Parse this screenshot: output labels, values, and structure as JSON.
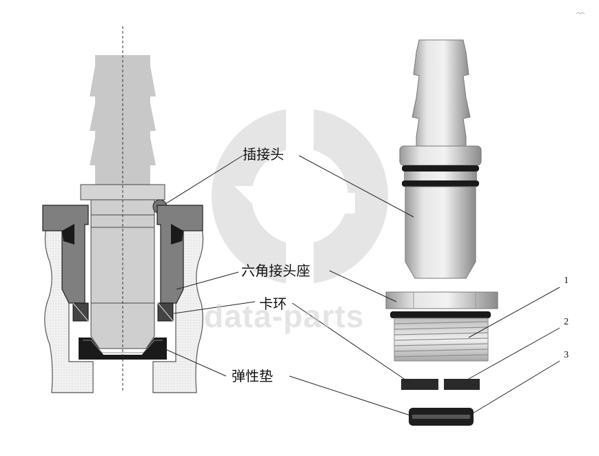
{
  "labels": {
    "plug_connector": "插接头",
    "hex_seat": "六角接头座",
    "clip_ring": "卡环",
    "elastic_gasket": "弹性垫"
  },
  "part_numbers": {
    "n1": "1",
    "n2": "2",
    "n3": "3"
  },
  "watermark": {
    "text": "data-parts"
  },
  "colors": {
    "body_gray": "#c8c8c8",
    "dark_gray": "#3a3a3a",
    "hatch_gray": "#e2e2e2",
    "oring_black": "#1a1a1a",
    "logo_gray": "#d0d0d0"
  }
}
